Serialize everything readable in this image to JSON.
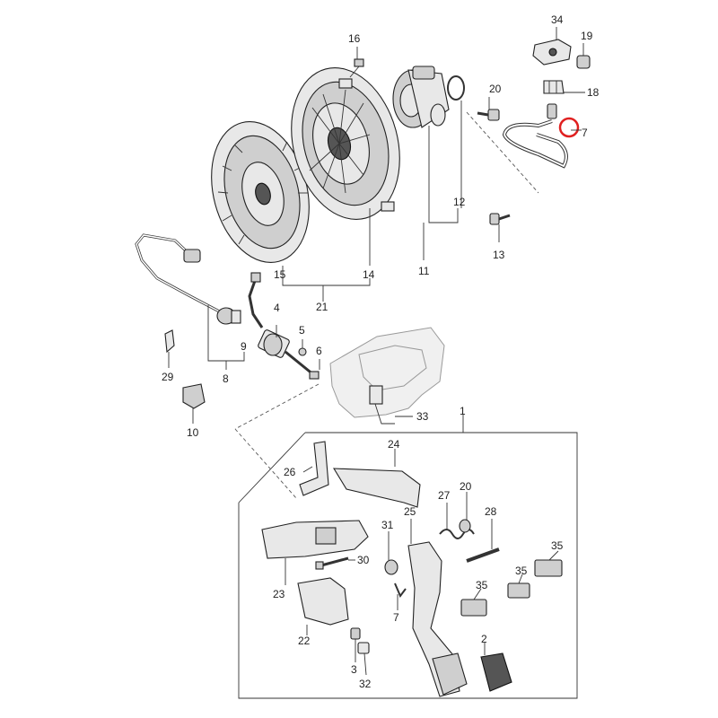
{
  "diagram": {
    "labels": {
      "l1": "1",
      "l2": "2",
      "l3": "3",
      "l4": "4",
      "l5": "5",
      "l6": "6",
      "l7a": "7",
      "l7b": "7",
      "l8": "8",
      "l9": "9",
      "l10": "10",
      "l11": "11",
      "l12": "12",
      "l13": "13",
      "l14": "14",
      "l15": "15",
      "l16": "16",
      "l18": "18",
      "l19": "19",
      "l20a": "20",
      "l20b": "20",
      "l21": "21",
      "l22": "22",
      "l23": "23",
      "l24": "24",
      "l25": "25",
      "l26": "26",
      "l27": "27",
      "l28": "28",
      "l29": "29",
      "l30": "30",
      "l31": "31",
      "l32": "32",
      "l33": "33",
      "l34": "34",
      "l35a": "35",
      "l35b": "35",
      "l35c": "35"
    },
    "highlight_color": "#e02020"
  }
}
